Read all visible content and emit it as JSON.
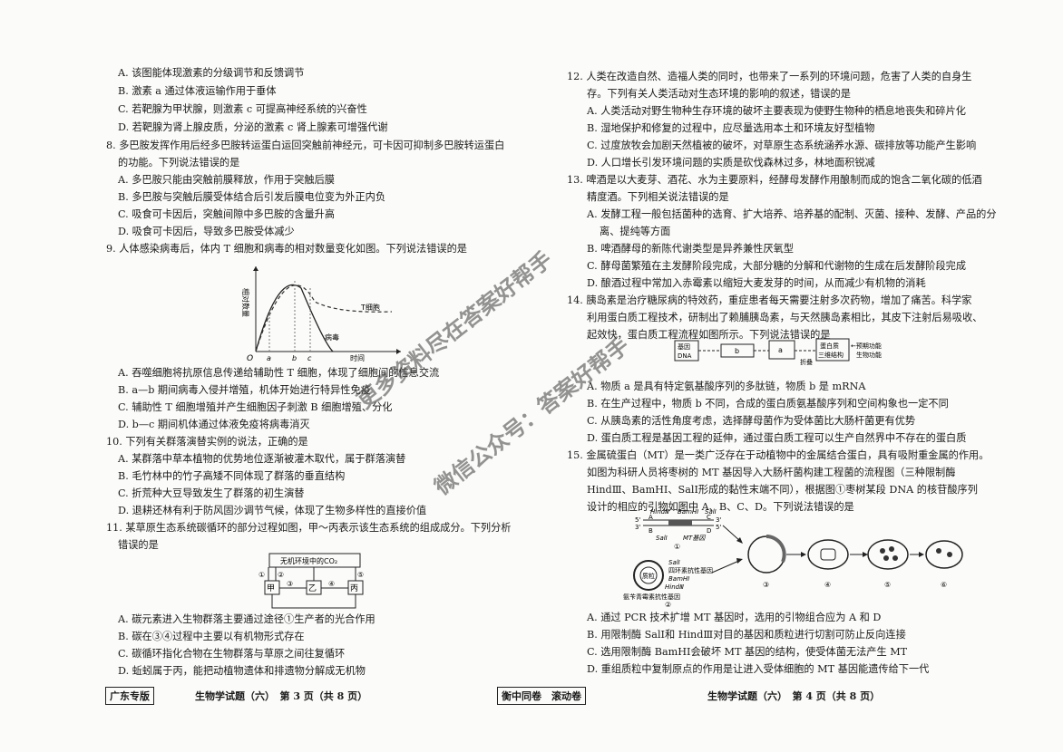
{
  "left_column": [
    "A. 该图能体现激素的分级调节和反馈调节",
    "B. 激素 a 通过体液运输作用于垂体",
    "C. 若靶腺为甲状腺，则激素 c 可提高神经系统的兴奋性",
    "D. 若靶腺为肾上腺皮质，分泌的激素 c 肾上腺素可增强代谢",
    "8. 多巴胺发挥作用后经多巴胺转运蛋白运回突触前神经元，可卡因可抑制多巴胺转运蛋白",
    "的功能。下列说法错误的是",
    "A. 多巴胺只能由突触前膜释放，作用于突触后膜",
    "B. 多巴胺与突触后膜受体结合后引发后膜电位变为外正内负",
    "C. 吸食可卡因后，突触间隙中多巴胺的含量升高",
    "D. 吸食可卡因后，导致多巴胺受体减少",
    "9. 人体感染病毒后，体内 T 细胞和病毒的相对数量变化如图。下列说法错误的是",
    "A. 吞噬细胞将抗原信息传递给辅助性 T 细胞，体现了细胞间的信息交流",
    "B. a—b 期间病毒入侵并增殖，机体开始进行特异性免疫",
    "C. 辅助性 T 细胞增殖并产生细胞因子刺激 B 细胞增殖、分化",
    "D. b—c 期间机体通过体液免疫将病毒消灭",
    "10. 下列有关群落演替实例的说法，正确的是",
    "A. 某群落中草本植物的优势地位逐渐被灌木取代，属于群落演替",
    "B. 毛竹林中的竹子高矮不同体现了群落的垂直结构",
    "C. 折荒种大豆导致发生了群落的初生演替",
    "D. 退耕还林有利于防风固沙调节气候，体现了生物多样性的直接价值",
    "11. 某草原生态系统碳循环的部分过程如图，甲～丙表示该生态系统的组成成分。下列分析",
    "错误的是",
    "A. 碳元素进入生物群落主要通过途径①生产者的光合作用",
    "B. 碳在③④过程中主要以有机物形式存在",
    "C. 碳循环指化合物在生物群落与草原之间往复循环",
    "D. 蚯蚓属于丙，能把动植物遗体和排遗物分解成无机物"
  ],
  "right_column": [
    "12. 人类在改造自然、造福人类的同时，也带来了一系列的环境问题，危害了人类的自身生",
    "存。下列有关人类活动对生态环境的影响的叙述，错误的是",
    "A. 人类活动对野生物种生存环境的破坏主要表现为使野生物种的栖息地丧失和碎片化",
    "B. 湿地保护和修复的过程中，应尽量选用本土和环境友好型植物",
    "C. 过度放牧会加剧天然植被的破坏，对草原生态系统涵养水源、碳排放等功能产生影响",
    "D. 人口增长引发环境问题的实质是砍伐森林过多，林地面积锐减",
    "13. 啤酒是以大麦芽、酒花、水为主要原料，经酵母发酵作用酿制而成的饱含二氧化碳的低酒",
    "精度酒。下列相关说法错误的是",
    "A. 发酵工程一般包括菌种的选育、扩大培养、培养基的配制、灭菌、接种、发酵、产品的分",
    "离、提纯等方面",
    "B. 啤酒酵母的新陈代谢类型是异养兼性厌氧型",
    "C. 酵母菌繁殖在主发酵阶段完成，大部分糖的分解和代谢物的生成在后发酵阶段完成",
    "D. 酿酒过程中常加入赤霉素以缩短大麦发芽的时间，从而减少有机物的消耗",
    "14. 胰岛素是治疗糖尿病的特效药，重症患者每天需要注射多次药物，增加了痛苦。科学家",
    "利用蛋白质工程技术，研制出了赖脯胰岛素，与天然胰岛素相比，其皮下注射后易吸收、",
    "起效快，蛋白质工程流程如图所示。下列说法错误的是",
    "A. 物质 a 是具有特定氨基酸序列的多肽链，物质 b 是 mRNA",
    "B. 在生产过程中，物质 b 不同，合成的蛋白质氨基酸序列和空间构象也一定不同",
    "C. 从胰岛素的活性角度考虑，选择酵母菌作为受体菌比大肠杆菌更有优势",
    "D. 蛋白质工程是基因工程的延伸，通过蛋白质工程可以生产自然界中不存在的蛋白质",
    "15. 金属硫蛋白（MT）是一类广泛存在于动植物中的金属结合蛋白，具有吸附重金属的作用。",
    "如图为科研人员将枣树的 MT 基因导入大肠杆菌构建工程菌的流程图（三种限制酶",
    "HindⅢ、BamHⅠ、SalⅠ形成的黏性末端不同），根据图①枣树某段 DNA 的核苷酸序列",
    "设计的相应的引物如图中 A、B、C、D。下列说法错误的是",
    "A. 通过 PCR 技术扩增 MT 基因时，选用的引物组合应为 A 和 D",
    "B. 用限制酶 SalⅠ和 HindⅢ对目的基因和质粒进行切割可防止反向连接",
    "C. 选用限制酶 BamHⅠ会破坏 MT 基因的结构，使受体菌无法产生 MT",
    "D. 重组质粒中复制原点的作用是让进入受体细胞的 MT 基因能遗传给下一代"
  ],
  "fig9": {
    "ylabel": "相对数量",
    "xlabel": "时间",
    "origin": "O",
    "ticks": [
      "a",
      "b",
      "c"
    ],
    "series": [
      "T细胞",
      "病毒"
    ]
  },
  "fig11": {
    "top": "无机环境中的CO₂",
    "nodes": [
      "甲",
      "乙",
      "丙"
    ],
    "paths": [
      "①",
      "②",
      "③",
      "④",
      "⑤"
    ]
  },
  "fig14": {
    "dna": "基因\nDNA",
    "b": "b",
    "a": "a",
    "protein": "蛋白质\n三维结构",
    "func": "←预期功能\n生物功能",
    "arrow_label": "折叠"
  },
  "fig15": {
    "enzymes_top": [
      "HindⅢ",
      "BamHⅠ",
      "SalⅠ"
    ],
    "primers": [
      "A",
      "B",
      "C",
      "D"
    ],
    "ends": [
      "5'",
      "3'",
      "3'",
      "5'"
    ],
    "sal": "SalⅠ",
    "mt": "MT基因",
    "n1": "①",
    "plasmid": "质粒",
    "plasmid_labels": [
      "SalⅠ",
      "四环素抗性基因",
      "BamHⅠ",
      "HindⅢ"
    ],
    "amp": "氨苄青霉素抗性基因",
    "n2": "②",
    "steps": [
      "③",
      "④",
      "⑤",
      "⑥"
    ]
  },
  "footer": {
    "left_tag": "广东专版",
    "left_page": "生物学试题（六）　第 3 页（共 8 页）",
    "mid_tag": "衡中同卷　滚动卷",
    "right_page": "生物学试题（六）　第 4 页（共 8 页）"
  },
  "watermark": {
    "line1": "更多资料尽在答案好帮手",
    "line2": "微信公众号：答案好帮手"
  }
}
